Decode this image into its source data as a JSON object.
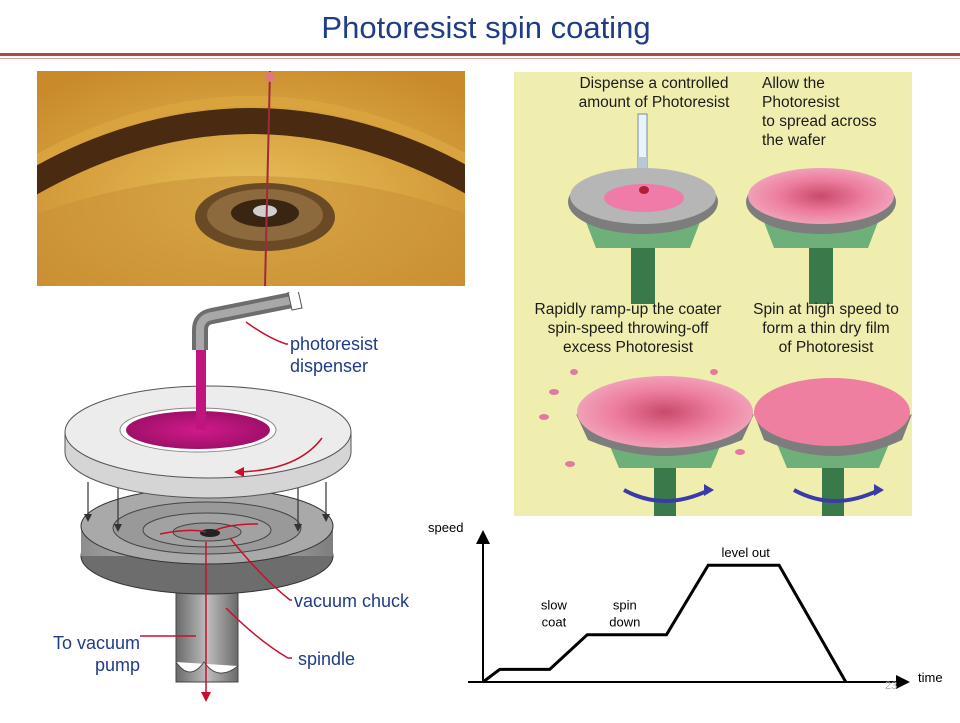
{
  "slide": {
    "title": "Photoresist spin coating",
    "page_number": "23"
  },
  "diagram_labels": {
    "dispenser": "photoresist\ndispenser",
    "chuck": "vacuum chuck",
    "spindle": "spindle",
    "vacuum_pump": "To vacuum\npump"
  },
  "process_panel": {
    "step1": "Dispense a controlled\namount of Photoresist",
    "step2": "Allow the\nPhotoresist\nto spread across\nthe wafer",
    "step3": "Rapidly ramp-up the coater\nspin-speed throwing-off\nexcess Photoresist",
    "step4": "Spin at high speed to\nform a thin dry film\nof Photoresist"
  },
  "chart_data": {
    "type": "line",
    "xlabel": "time",
    "ylabel": "speed",
    "annotations": [
      {
        "text": "slow\ncoat",
        "x": 1.7
      },
      {
        "text": "spin\ndown",
        "x": 3.4
      },
      {
        "text": "level out",
        "x": 6.3
      }
    ],
    "x": [
      0,
      0.4,
      1.6,
      2.5,
      4.4,
      5.4,
      7.1,
      8.7
    ],
    "y": [
      0,
      0.8,
      0.8,
      3.0,
      3.0,
      7.4,
      7.4,
      0
    ],
    "xlim": [
      0,
      10
    ],
    "ylim": [
      0,
      9
    ]
  },
  "colors": {
    "title": "#1f3c88",
    "resist": "#c0157e",
    "label_lines": "#c8102e",
    "panel_bg": "#f0eeae"
  }
}
